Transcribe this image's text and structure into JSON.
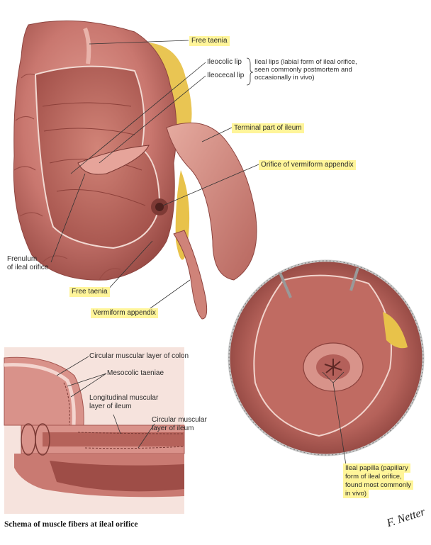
{
  "labels": {
    "free_taenia_top": "Free taenia",
    "ileocolic_lip": "Ileocolic lip",
    "ileocecal_lip": "Ileocecal lip",
    "ileal_lips_line1": "Ileal lips (labial form of ileal orifice,",
    "ileal_lips_line2": "seen commonly postmortem and",
    "ileal_lips_line3": "occasionally in vivo)",
    "terminal_ileum": "Terminal part of ileum",
    "orifice_appendix": "Orifice of vermiform appendix",
    "frenulum_line1": "Frenulum",
    "frenulum_line2": "of ileal orifice",
    "free_taenia_bottom": "Free taenia",
    "vermiform_appendix": "Vermiform appendix",
    "circular_colon": "Circular muscular layer of colon",
    "mesocolic_taeniae": "Mesocolic taeniae",
    "longitudinal_line1": "Longitudinal muscular",
    "longitudinal_line2": "layer of ileum",
    "circular_ileum_line1": "Circular muscular",
    "circular_ileum_line2": "layer of ileum",
    "papilla_line1": "Ileal papilla (papillary",
    "papilla_line2": "form of ileal orifice,",
    "papilla_line3": "found most commonly",
    "papilla_line4": "in vivo)"
  },
  "caption": "Schema of muscle fibers at ileal orifice",
  "signature": "F. Netter",
  "colors": {
    "highlight": "#fff59a",
    "tissue": "#c9776f",
    "tissue_dark": "#8e4540",
    "tissue_light": "#e6a49a",
    "fat": "#e8c24a",
    "line": "#333333"
  }
}
